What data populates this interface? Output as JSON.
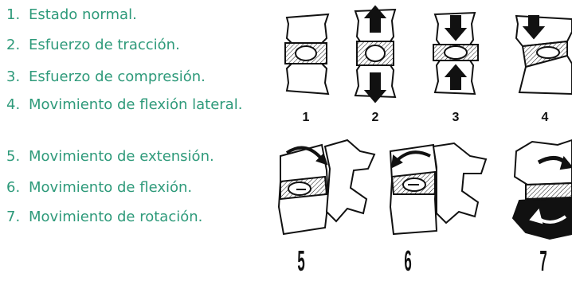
{
  "legend": {
    "items": [
      {
        "number": "1.",
        "label": "Estado normal."
      },
      {
        "number": "2.",
        "label": "Esfuerzo de tracción."
      },
      {
        "number": "3.",
        "label": "Esfuerzo de compresión."
      },
      {
        "number": "4.",
        "label": "Movimiento de flexión lateral."
      },
      {
        "number": "5.",
        "label": "Movimiento de extensión."
      },
      {
        "number": "6.",
        "label": "Movimiento de flexión."
      },
      {
        "number": "7.",
        "label": "Movimiento de rotación."
      }
    ]
  },
  "figures": {
    "labels": [
      "1",
      "2",
      "3",
      "4",
      "5",
      "6",
      "7"
    ]
  },
  "colors": {
    "legend_text": "#2e9a7a",
    "ink": "#111111"
  }
}
